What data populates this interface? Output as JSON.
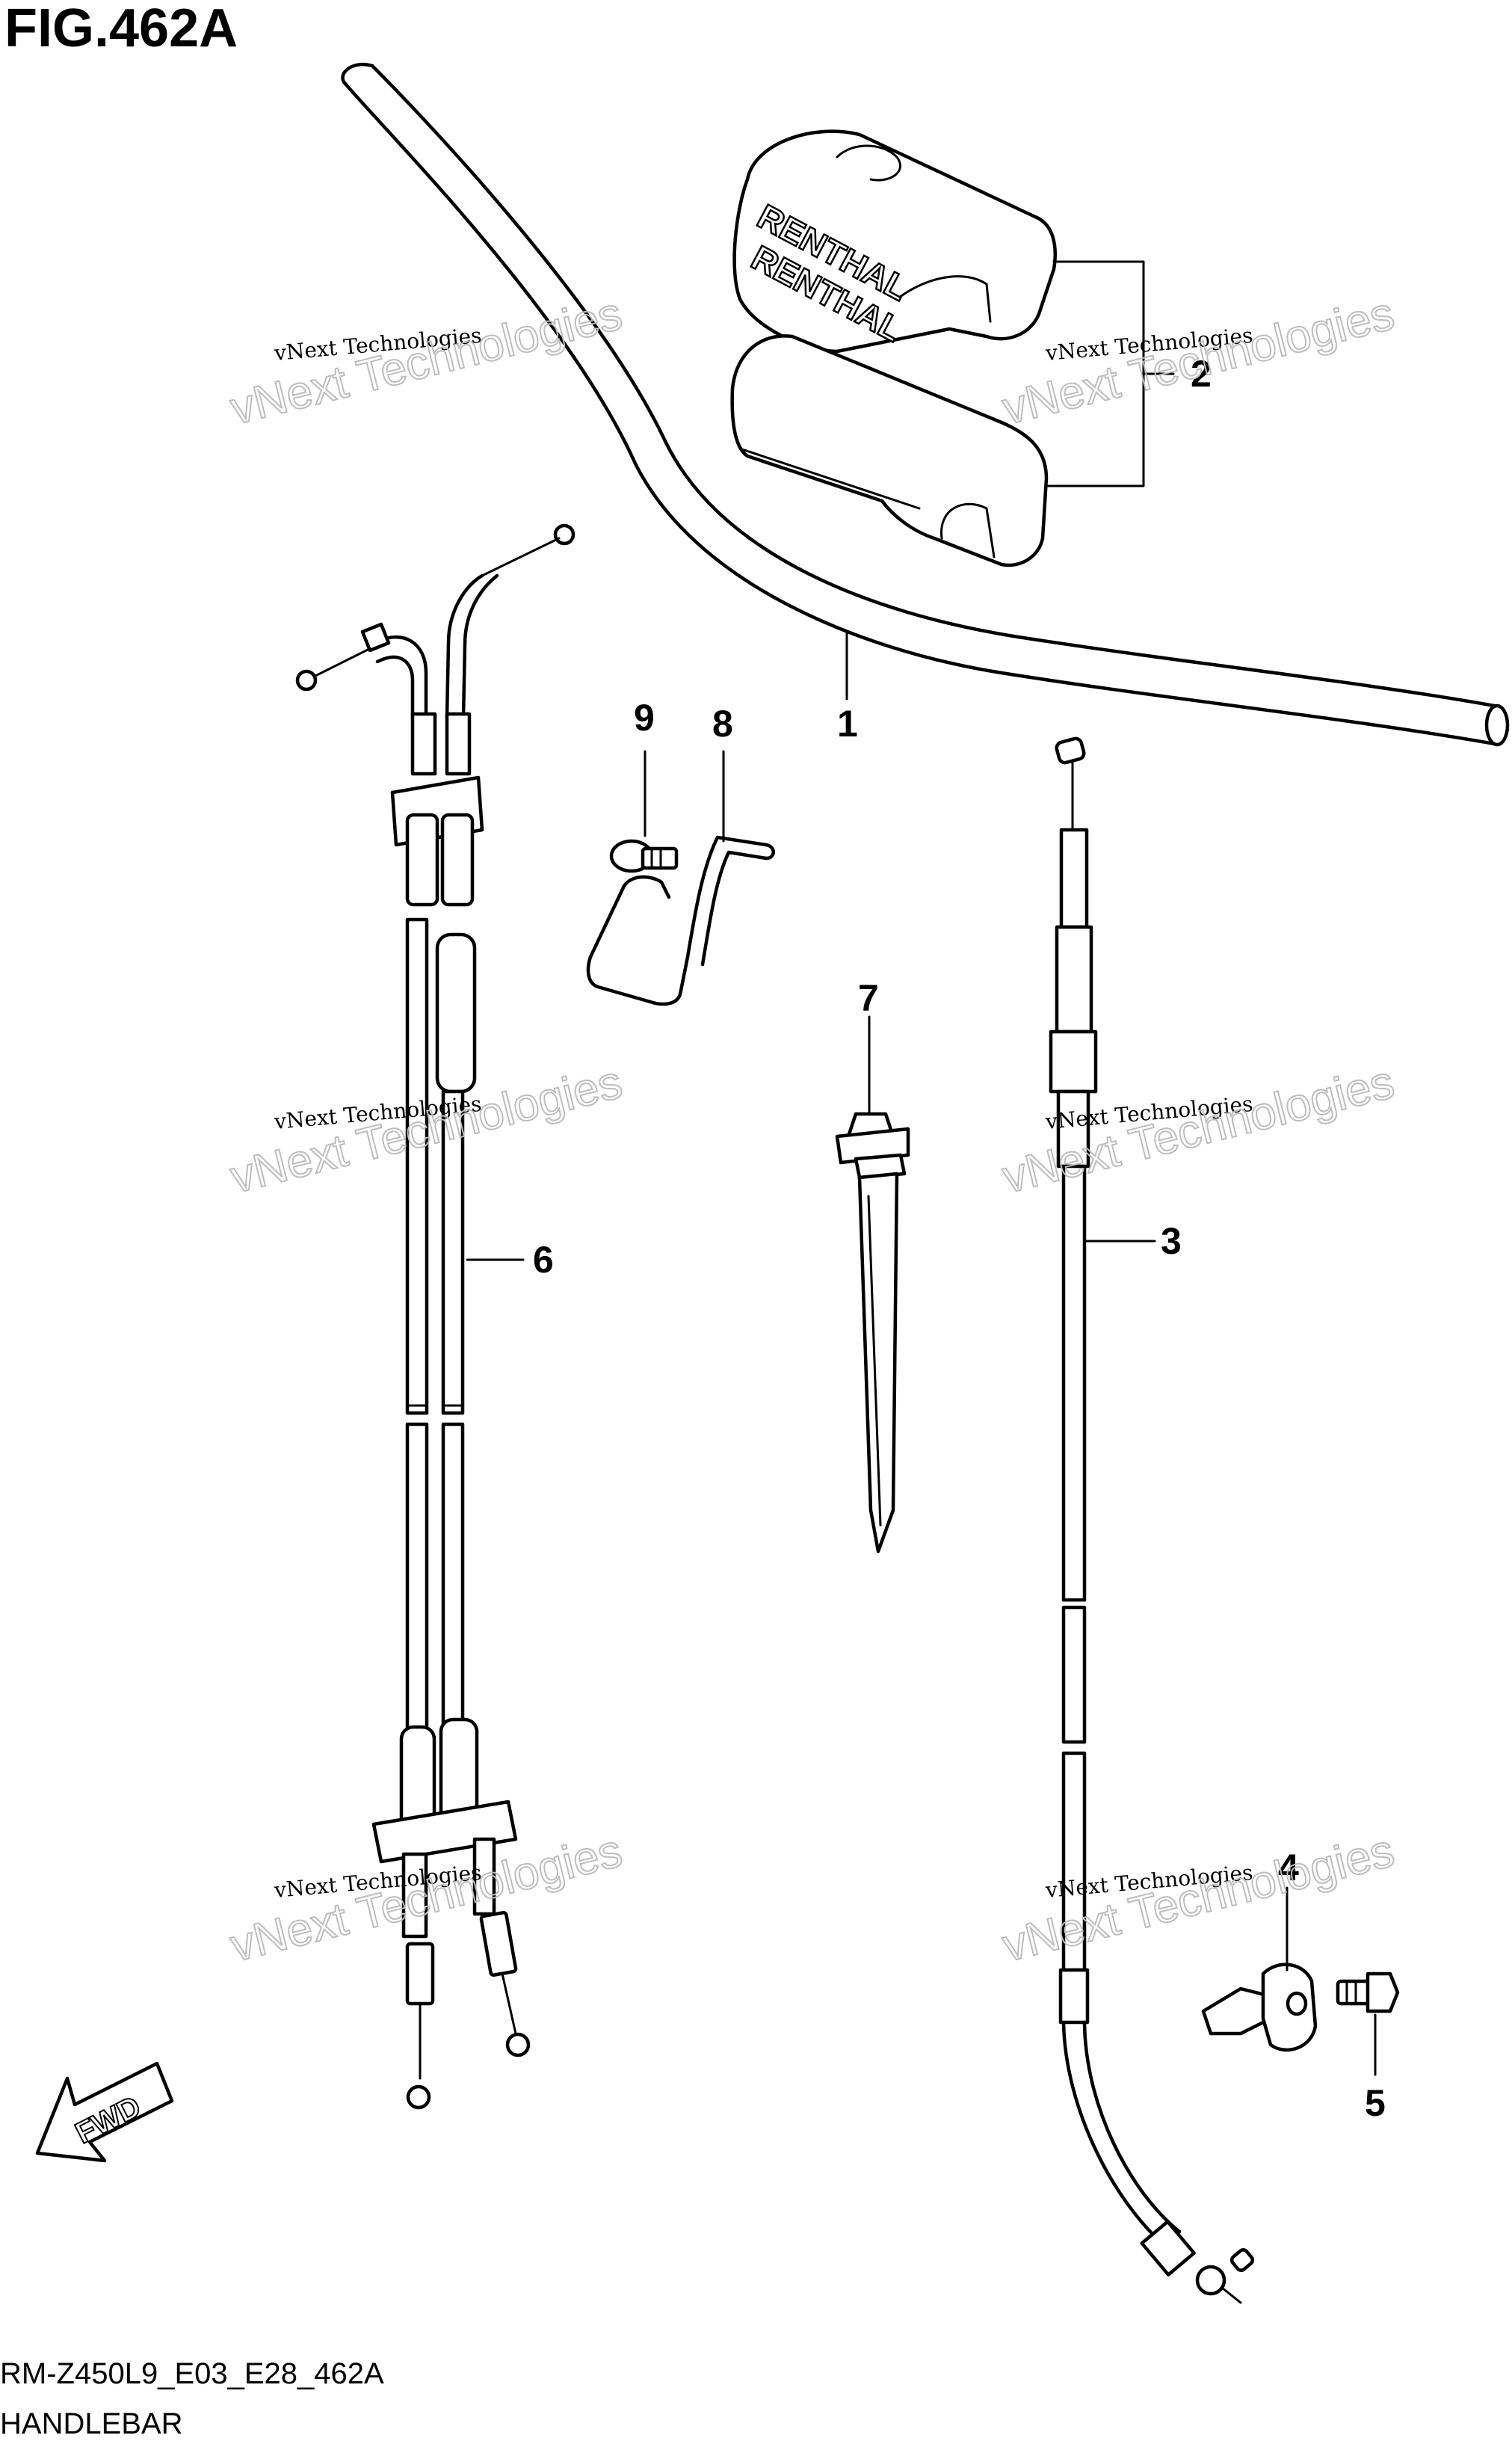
{
  "figure": {
    "title": "FIG.462A"
  },
  "footer": {
    "code": "RM-Z450L9_E03_E28_462A",
    "name": "HANDLEBAR"
  },
  "watermark": {
    "line1": "vNext Technologies",
    "line2": "vNext Technologies"
  },
  "pad_brand": {
    "top": "RENTHAL",
    "side": "RENTHAL"
  },
  "direction_label": "FWD",
  "callouts": [
    "1",
    "2",
    "3",
    "4",
    "5",
    "6",
    "7",
    "8",
    "9"
  ],
  "colors": {
    "ink": "#000000",
    "paper": "#ffffff",
    "watermark_outline": "#bdbdbd"
  }
}
